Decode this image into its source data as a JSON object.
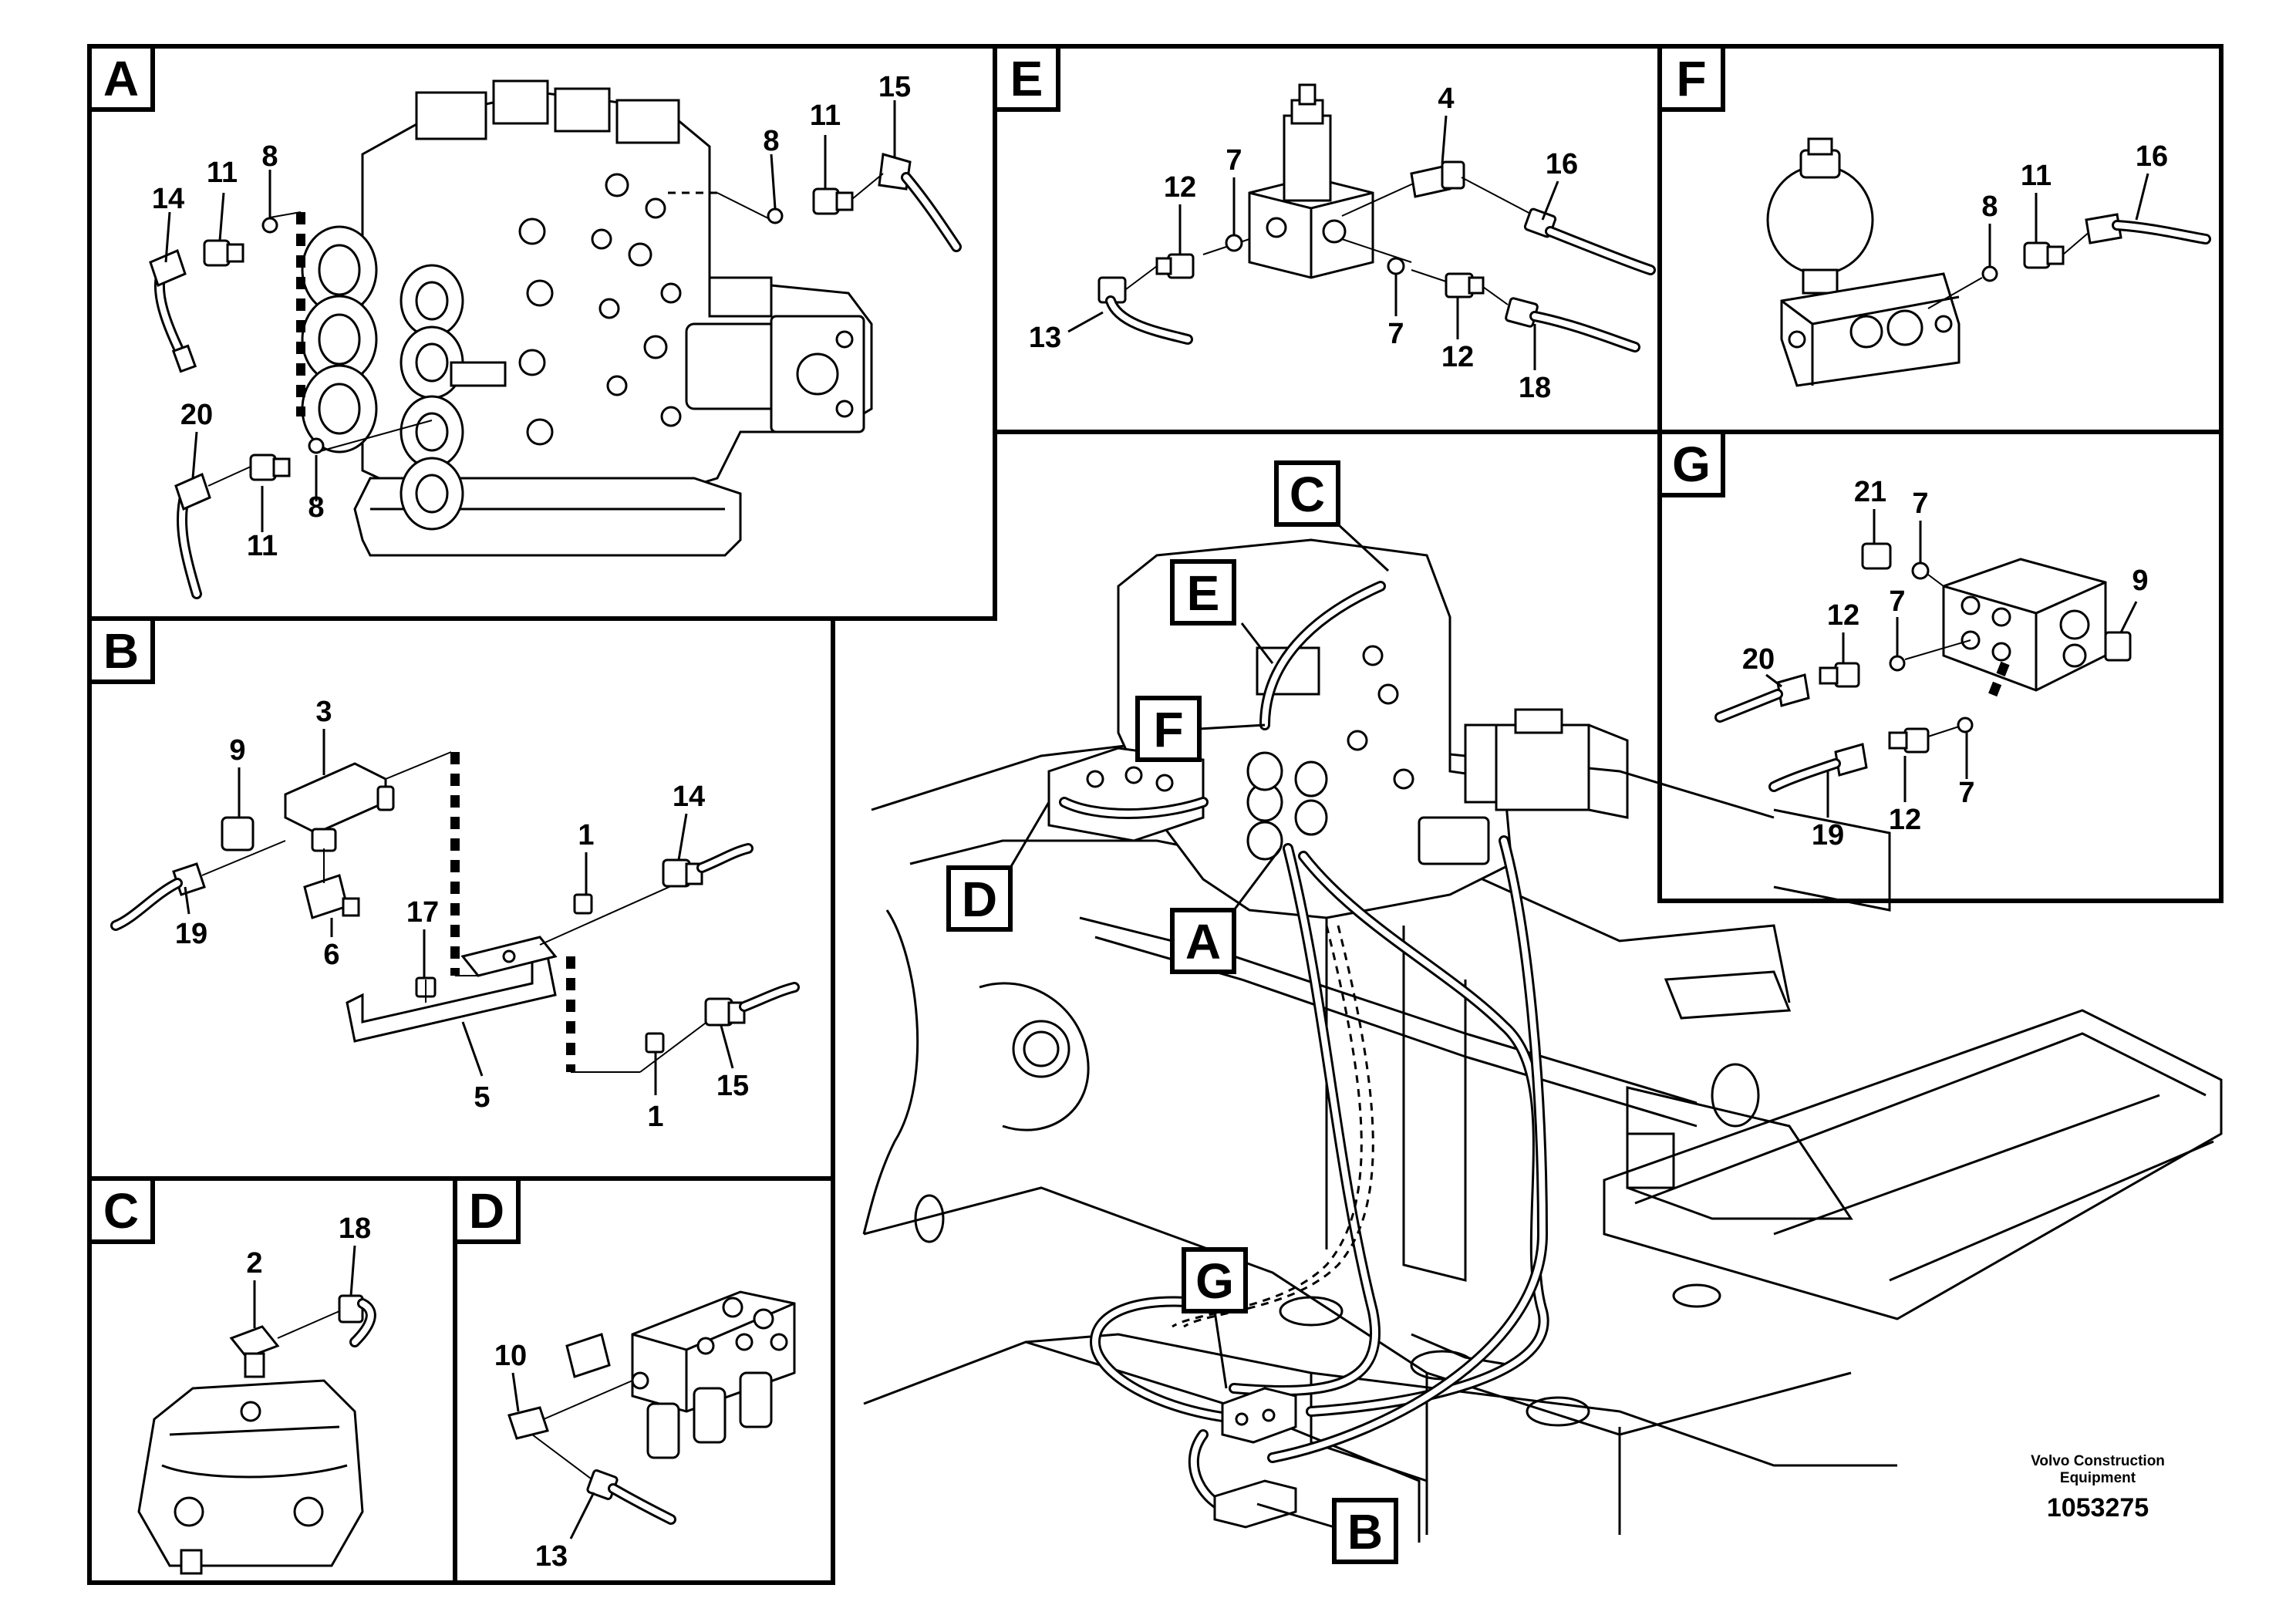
{
  "panels": {
    "A": {
      "letter": "A",
      "labels": [
        "14",
        "11",
        "8",
        "8",
        "11",
        "15",
        "20",
        "11",
        "8"
      ]
    },
    "B": {
      "letter": "B",
      "labels": [
        "3",
        "9",
        "19",
        "6",
        "17",
        "1",
        "14",
        "5",
        "1",
        "15"
      ]
    },
    "C": {
      "letter": "C",
      "labels": [
        "2",
        "18"
      ]
    },
    "D": {
      "letter": "D",
      "labels": [
        "10",
        "13"
      ]
    },
    "E": {
      "letter": "E",
      "labels": [
        "4",
        "12",
        "7",
        "16",
        "13",
        "7",
        "12",
        "18"
      ]
    },
    "F": {
      "letter": "F",
      "labels": [
        "8",
        "11",
        "16"
      ]
    },
    "G": {
      "letter": "G",
      "labels": [
        "21",
        "7",
        "9",
        "12",
        "7",
        "20",
        "12",
        "7",
        "19"
      ]
    }
  },
  "overview": {
    "callouts": [
      "C",
      "E",
      "F",
      "D",
      "A",
      "G",
      "B"
    ]
  },
  "footer": {
    "company_line1": "Volvo Construction",
    "company_line2": "Equipment",
    "drawing_number": "1053275"
  }
}
